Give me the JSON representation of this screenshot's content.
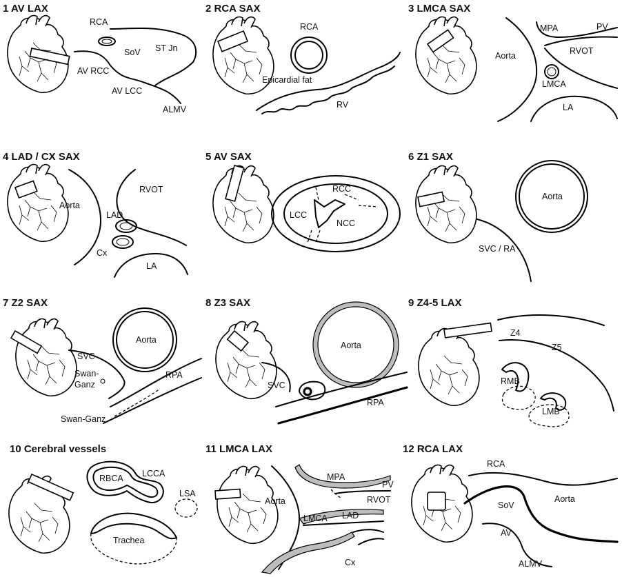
{
  "panels": [
    {
      "title": "1 AV LAX",
      "labels": [
        "RCA",
        "SoV",
        "ST Jn",
        "AV RCC",
        "AV LCC",
        "ALMV"
      ]
    },
    {
      "title": "2 RCA SAX",
      "labels": [
        "RCA",
        "Epicardial fat",
        "RV"
      ]
    },
    {
      "title": "3 LMCA SAX",
      "labels": [
        "MPA",
        "PV",
        "Aorta",
        "RVOT",
        "LMCA",
        "LA"
      ]
    },
    {
      "title": "4 LAD / CX SAX",
      "labels": [
        "Aorta",
        "RVOT",
        "LAD",
        "Cx",
        "LA"
      ]
    },
    {
      "title": "5 AV SAX",
      "labels": [
        "RCC",
        "LCC",
        "NCC"
      ]
    },
    {
      "title": "6 Z1 SAX",
      "labels": [
        "Aorta",
        "SVC / RA"
      ]
    },
    {
      "title": "7 Z2 SAX",
      "labels": [
        "Aorta",
        "SVC",
        "Swan-",
        "Ganz",
        "RPA",
        "Swan-Ganz"
      ]
    },
    {
      "title": "8 Z3 SAX",
      "labels": [
        "Aorta",
        "SVC",
        "RPA"
      ]
    },
    {
      "title": "9 Z4-5 LAX",
      "labels": [
        "Z4",
        "Z5",
        "RMB",
        "LMB"
      ]
    },
    {
      "title": "10 Cerebral vessels",
      "labels": [
        "RBCA",
        "LCCA",
        "LSA",
        "Trachea"
      ]
    },
    {
      "title": "11 LMCA LAX",
      "labels": [
        "MPA",
        "PV",
        "Aorta",
        "RVOT",
        "LMCA",
        "LAD",
        "Cx"
      ]
    },
    {
      "title": "12 RCA LAX",
      "labels": [
        "RCA",
        "SoV",
        "Aorta",
        "AV",
        "ALMV"
      ]
    }
  ]
}
